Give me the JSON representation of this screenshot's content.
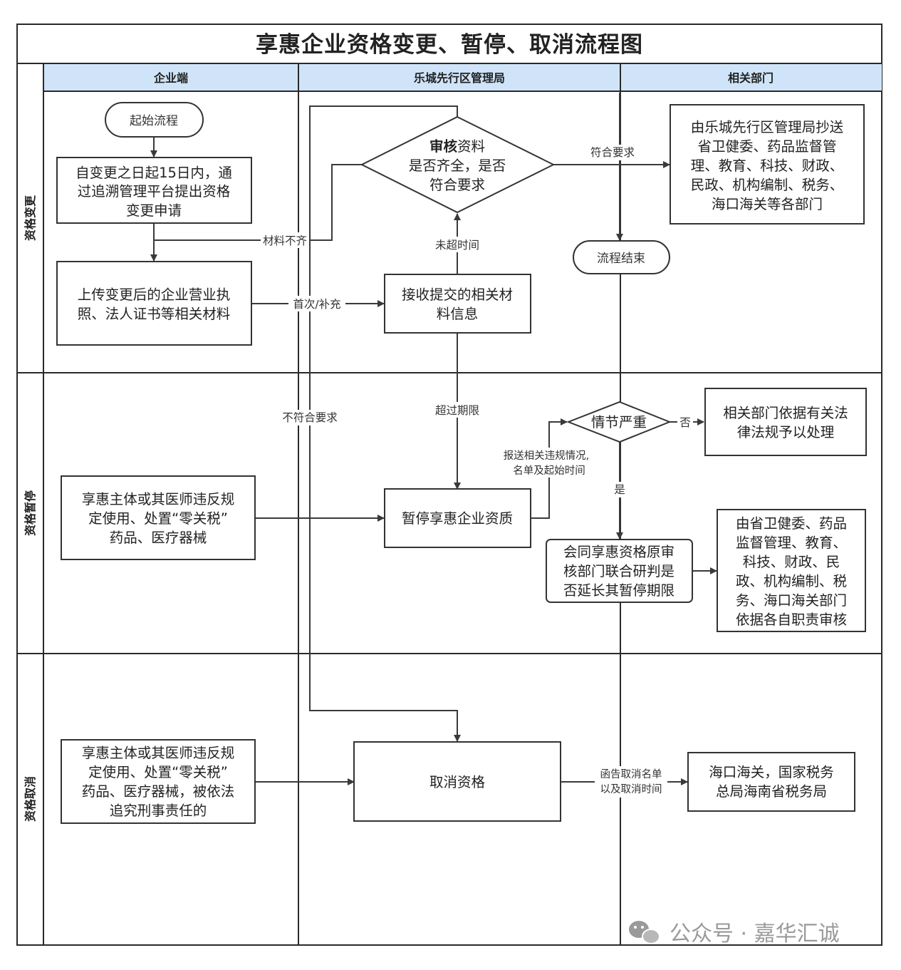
{
  "title": "享惠企业资格变更、暂停、取消流程图",
  "columns": [
    "企业端",
    "乐城先行区管理局",
    "相关部门"
  ],
  "rows": [
    "资格变更",
    "资格暂停",
    "资格取消"
  ],
  "nodes": {
    "start": "起始流程",
    "apply": [
      "自变更之日起15日内，通",
      "过追溯管理平台提出资格",
      "变更申请"
    ],
    "upload": [
      "上传变更后的企业营业执",
      "照、法人证书等相关材料"
    ],
    "review": [
      "资料",
      "是否齐全，是否",
      "符合要求"
    ],
    "review_bold": "审核",
    "notify_depts": [
      "由乐城先行区管理局抄送",
      "省卫健委、药品监督管",
      "理、教育、科技、财政、",
      "民政、机构编制、税务、",
      "海口海关等各部门"
    ],
    "end": "流程结束",
    "receive": [
      "接收提交的相关材",
      "料信息"
    ],
    "violation_suspend": [
      "享惠主体或其医师违反规",
      "定使用、处置“零关税”",
      "药品、医疗器械"
    ],
    "suspend": "暂停享惠企业资质",
    "severe": "情节严重",
    "dept_handle": [
      "相关部门依据有关法",
      "律法规予以处理"
    ],
    "joint_review": [
      "会同享惠资格原审",
      "核部门联合研判是",
      "否延长其暂停期限"
    ],
    "provincial_review": [
      "由省卫健委、药品",
      "监督管理、教育、",
      "科技、财政、民",
      "政、机构编制、税",
      "务、海口海关部门",
      "依据各自职责审核"
    ],
    "violation_cancel": [
      "享惠主体或其医师违反规",
      "定使用、处置“零关税”",
      "药品、医疗器械，被依法",
      "追究刑事责任的"
    ],
    "cancel": "取消资格",
    "customs_tax": [
      "海口海关，国家税务",
      "总局海南省税务局"
    ]
  },
  "edge_labels": {
    "materials_incomplete": "材料不齐",
    "first_or_supplement": "首次/补充",
    "meets_requirements": "符合要求",
    "not_timed_out": "未超时间",
    "exceeds_deadline": "超过期限",
    "not_meet": "不符合要求",
    "report_violation": [
      "报送相关违规情况,",
      "名单及起始时间"
    ],
    "no": "否",
    "yes": "是",
    "cancel_notice": [
      "函告取消名单",
      "以及取消时间"
    ]
  },
  "watermark": "公众号 · 嘉华汇诚",
  "colors": {
    "header_bg": "#cfe4f8",
    "line": "#3a3a3a",
    "box_fill": "#ffffff",
    "watermark": "#9a9a9a"
  }
}
